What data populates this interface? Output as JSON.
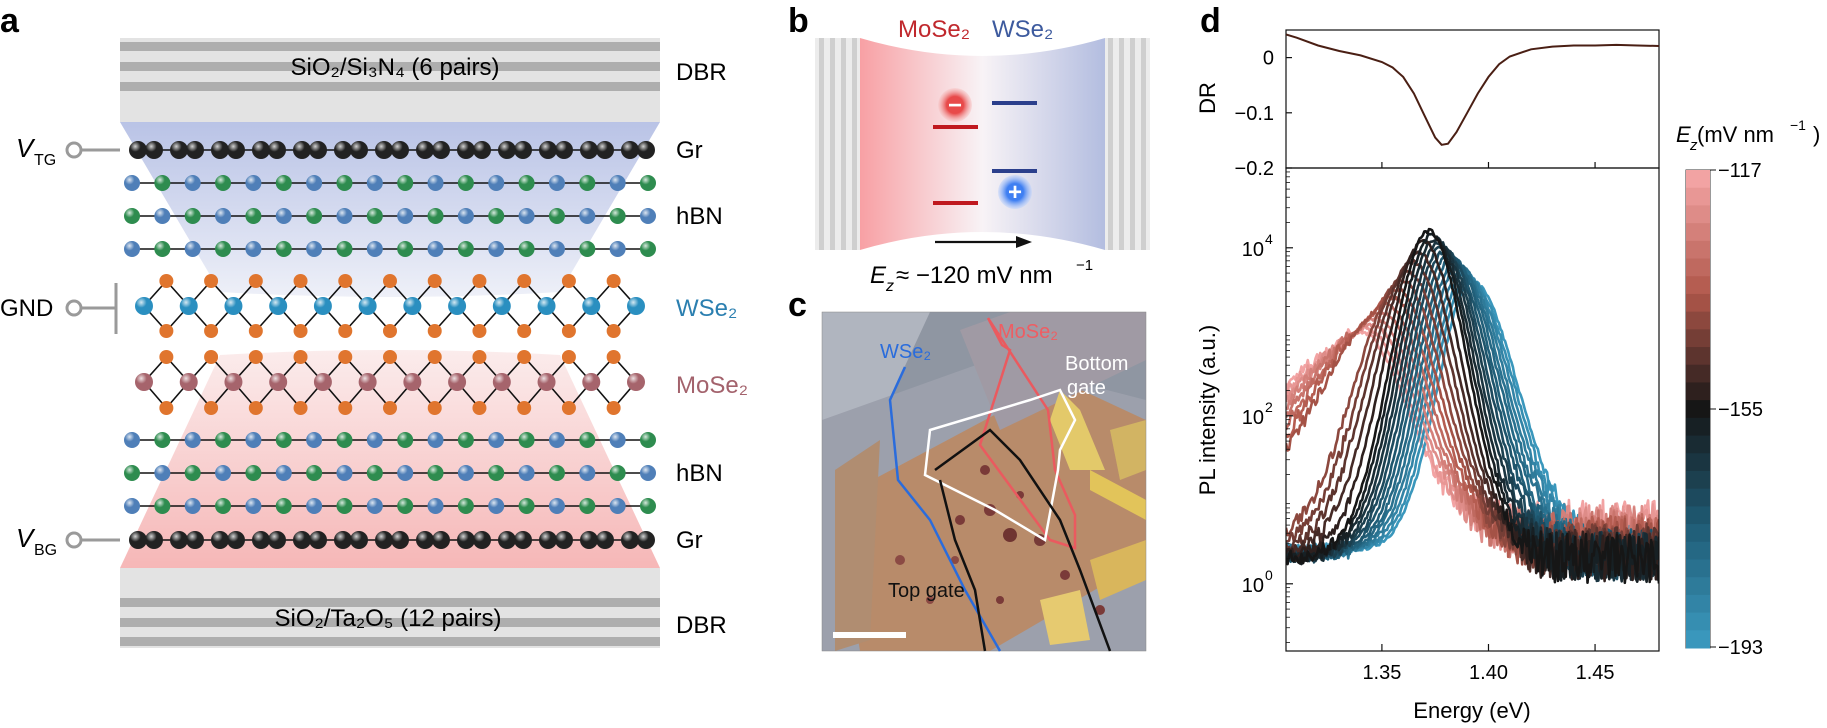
{
  "panels": {
    "a": {
      "letter": "a",
      "dbr_top_label": "SiO₂/Si₃N₄ (6 pairs)",
      "dbr_top_side": "DBR",
      "dbr_bottom_label": "SiO₂/Ta₂O₅  (12 pairs)",
      "dbr_bottom_side": "DBR",
      "layer_labels": {
        "gr_top": "Gr",
        "hbn_top": "hBN",
        "wse2": "WSe₂",
        "mose2": "MoSe₂",
        "hbn_bottom": "hBN",
        "gr_bottom": "Gr"
      },
      "terminals": {
        "vtg_main": "V",
        "vtg_sub": "TG",
        "gnd": "GND",
        "vbg_main": "V",
        "vbg_sub": "BG"
      }
    },
    "b": {
      "letter": "b",
      "label_mose2": "MoSe₂",
      "label_wse2": "WSe₂",
      "electron_symbol": "−",
      "hole_symbol": "+",
      "field_main": "E",
      "field_sub": "z",
      "field_value": " ≈ −120 mV nm",
      "field_exp": "−1"
    },
    "c": {
      "letter": "c",
      "label_wse2": "WSe₂",
      "label_mose2": "MoSe₂",
      "label_bottom_gate_1": "Bottom",
      "label_bottom_gate_2": "gate",
      "label_top_gate": "Top gate"
    },
    "d": {
      "letter": "d",
      "colorbar_title_main": "E",
      "colorbar_title_sub": "z",
      "colorbar_title_unit": " (mV nm",
      "colorbar_title_exp": "−1",
      "colorbar_title_close": ")",
      "colorbar_ticks": [
        "−117",
        "−155",
        "−193"
      ],
      "colors": {
        "low_field": "#f2a3a3",
        "mid_field": "#161616",
        "high_field": "#3a8fb2",
        "dr_line": "#4a1f14"
      }
    }
  },
  "chart_data": [
    {
      "type": "line",
      "title": "",
      "xlabel": "",
      "ylabel": "DR",
      "xlim": [
        1.305,
        1.48
      ],
      "ylim": [
        -0.2,
        0.05
      ],
      "yticks": [
        "0",
        "−0.1",
        "−0.2"
      ],
      "series": [
        {
          "x": [
            1.305,
            1.31,
            1.32,
            1.33,
            1.34,
            1.35,
            1.355,
            1.36,
            1.365,
            1.37,
            1.375,
            1.378,
            1.381,
            1.385,
            1.39,
            1.395,
            1.4,
            1.405,
            1.41,
            1.42,
            1.43,
            1.44,
            1.45,
            1.46,
            1.47,
            1.48
          ],
          "y": [
            0.042,
            0.036,
            0.022,
            0.012,
            0.004,
            -0.008,
            -0.018,
            -0.035,
            -0.065,
            -0.105,
            -0.145,
            -0.158,
            -0.156,
            -0.135,
            -0.1,
            -0.065,
            -0.035,
            -0.012,
            0.002,
            0.015,
            0.02,
            0.022,
            0.022,
            0.023,
            0.022,
            0.021
          ]
        }
      ]
    },
    {
      "type": "line",
      "title": "",
      "xlabel": "Energy (eV)",
      "ylabel": "PL intensity (a.u.)",
      "xlim": [
        1.305,
        1.48
      ],
      "ylim_log10": [
        -0.8,
        4.95
      ],
      "xticks": [
        "1.35",
        "1.40",
        "1.45"
      ],
      "yticks": [
        {
          "exp": 4,
          "label": "10",
          "sup": "4"
        },
        {
          "exp": 2,
          "label": "10",
          "sup": "2"
        },
        {
          "exp": 0,
          "label": "10",
          "sup": "0"
        }
      ],
      "field_range": [
        -117,
        -193
      ],
      "curve_count": 27,
      "series": [
        {
          "name": "−117",
          "peak_energy": 1.34,
          "peak_log10": 3.0
        },
        {
          "name": "−155",
          "peak_energy": 1.372,
          "peak_log10": 4.2
        },
        {
          "name": "−193",
          "peak_energy": 1.392,
          "peak_log10": 3.6
        }
      ]
    }
  ]
}
